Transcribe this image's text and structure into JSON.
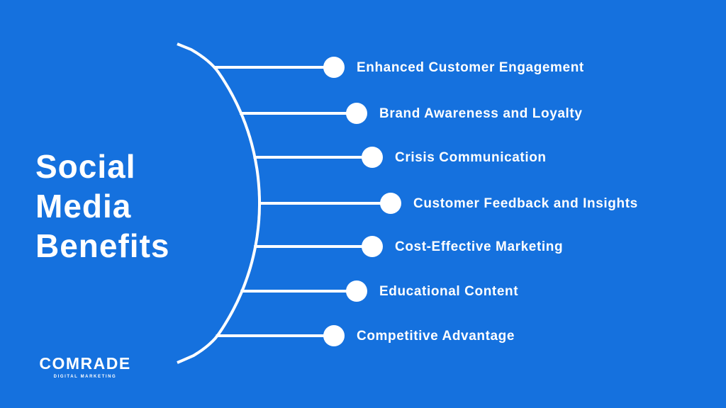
{
  "title_lines": [
    "Social",
    "Media",
    "Benefits"
  ],
  "benefits": [
    {
      "label": "Enhanced Customer Engagement"
    },
    {
      "label": "Brand Awareness and Loyalty"
    },
    {
      "label": "Crisis Communication"
    },
    {
      "label": "Customer Feedback and Insights"
    },
    {
      "label": "Cost-Effective Marketing"
    },
    {
      "label": "Educational Content"
    },
    {
      "label": "Competitive Advantage"
    }
  ],
  "logo": {
    "name": "COMRADE",
    "tagline": "DIGITAL MARKETING"
  },
  "colors": {
    "background": "#1571de",
    "foreground": "#ffffff"
  }
}
